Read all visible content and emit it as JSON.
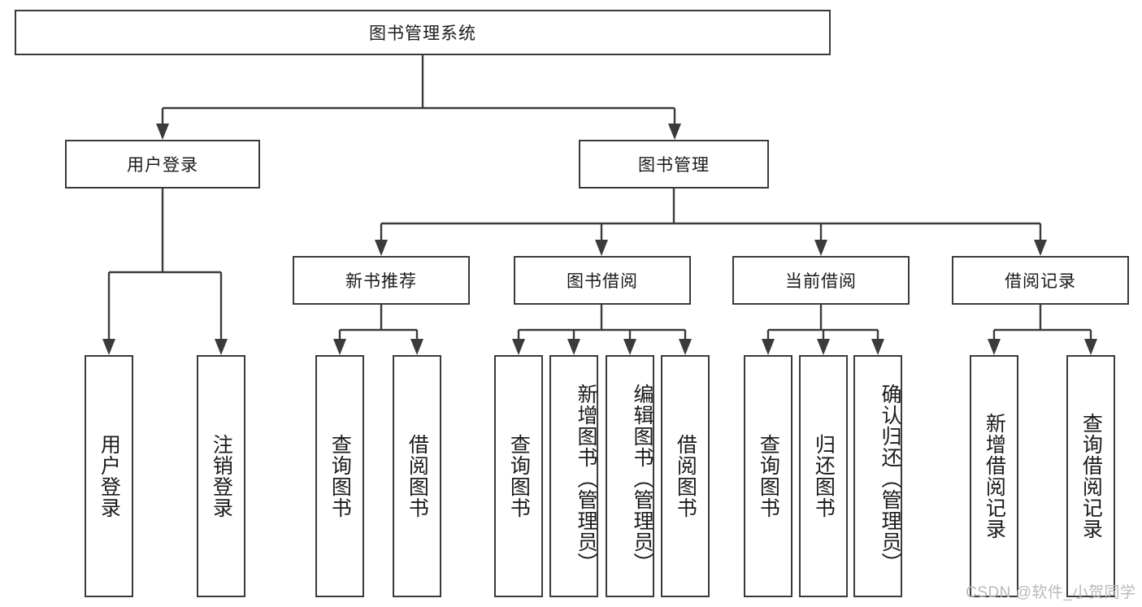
{
  "diagram": {
    "title": "图书管理系统",
    "type": "tree",
    "root": {
      "label": "图书管理系统"
    },
    "level2": [
      {
        "id": "user-login",
        "label": "用户登录"
      },
      {
        "id": "book-manage",
        "label": "图书管理"
      }
    ],
    "level3": [
      {
        "id": "new-book-recommend",
        "label": "新书推荐",
        "parent": "book-manage"
      },
      {
        "id": "book-borrow",
        "label": "图书借阅",
        "parent": "book-manage"
      },
      {
        "id": "current-borrow",
        "label": "当前借阅",
        "parent": "book-manage"
      },
      {
        "id": "borrow-record",
        "label": "借阅记录",
        "parent": "book-manage"
      }
    ],
    "leaves": [
      {
        "id": "leaf-user-login",
        "label": "用户登录",
        "parent": "user-login"
      },
      {
        "id": "leaf-user-logout",
        "label": "注销登录",
        "parent": "user-login"
      },
      {
        "id": "leaf-query-book-1",
        "label": "查询图书",
        "parent": "new-book-recommend"
      },
      {
        "id": "leaf-borrow-book-1",
        "label": "借阅图书",
        "parent": "new-book-recommend"
      },
      {
        "id": "leaf-query-book-2",
        "label": "查询图书",
        "parent": "book-borrow"
      },
      {
        "id": "leaf-add-book",
        "label": "新增图书（管理员）",
        "parent": "book-borrow"
      },
      {
        "id": "leaf-edit-book",
        "label": "编辑图书（管理员）",
        "parent": "book-borrow"
      },
      {
        "id": "leaf-borrow-book-2",
        "label": "借阅图书",
        "parent": "book-borrow"
      },
      {
        "id": "leaf-query-book-3",
        "label": "查询图书",
        "parent": "current-borrow"
      },
      {
        "id": "leaf-return-book",
        "label": "归还图书",
        "parent": "current-borrow"
      },
      {
        "id": "leaf-confirm-return",
        "label": "确认归还（管理员）",
        "parent": "current-borrow"
      },
      {
        "id": "leaf-add-record",
        "label": "新增借阅记录",
        "parent": "borrow-record"
      },
      {
        "id": "leaf-query-record",
        "label": "查询借阅记录",
        "parent": "borrow-record"
      }
    ]
  },
  "watermark": {
    "text": "CSDN @软件_小贺同学"
  }
}
